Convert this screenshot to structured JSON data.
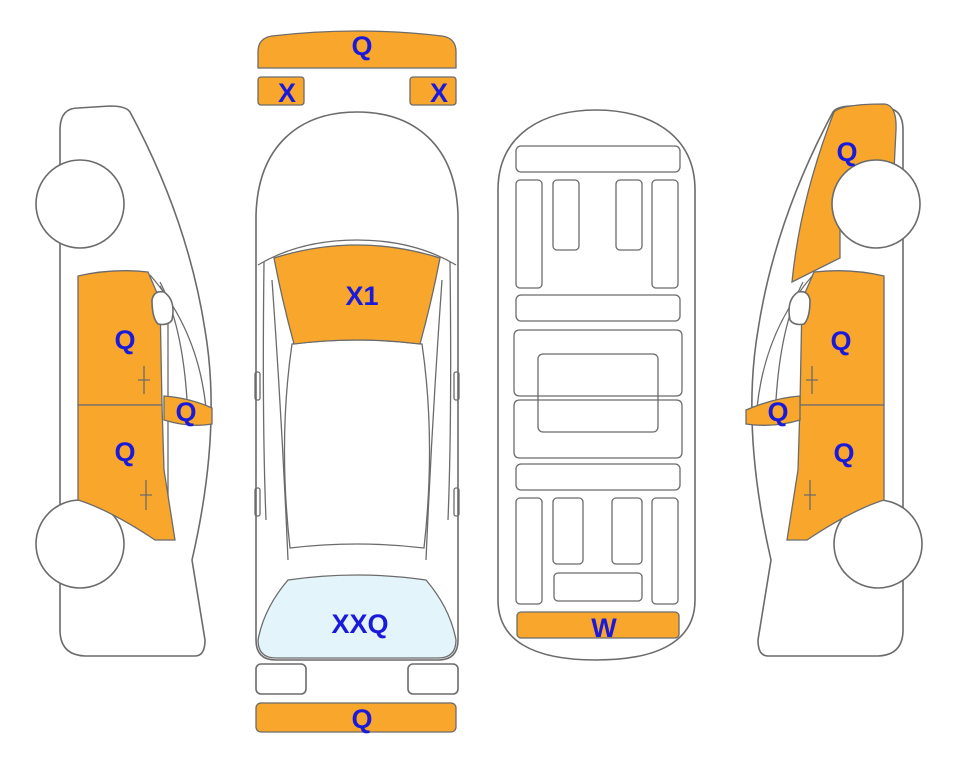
{
  "label_color": "#1a1adb",
  "damage_color": "#f9a72c",
  "glass_color": "#e4f4fb",
  "top_view": {
    "front_bumper": "Q",
    "left_mirror": "X",
    "right_mirror": "X",
    "windshield": "X1",
    "rear_window": "XXQ",
    "rear_bumper": "Q"
  },
  "underside_view": {
    "rear_panel": "W"
  },
  "left_side_view": {
    "front_door": "Q",
    "rear_door": "Q",
    "mirror": "Q"
  },
  "right_side_view": {
    "fender": "Q",
    "front_door": "Q",
    "rear_door": "Q",
    "mirror": "Q"
  }
}
